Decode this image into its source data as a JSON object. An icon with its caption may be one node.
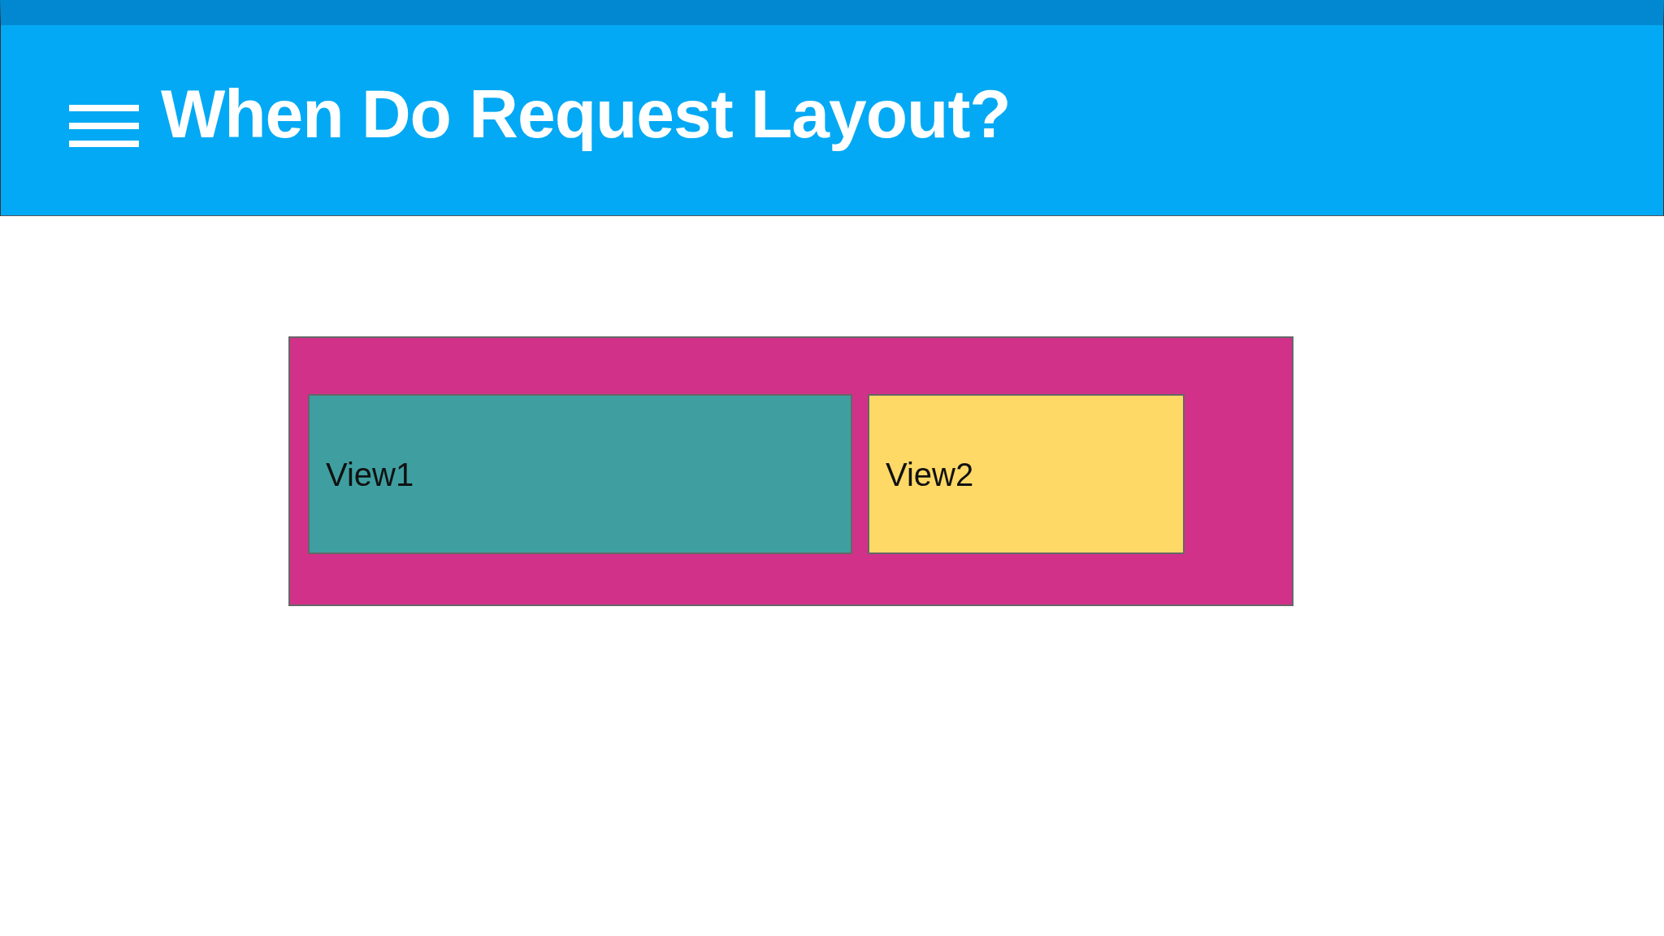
{
  "diagram": {
    "title": "When Do Request Layout?",
    "nodes": [
      {
        "text": [],
        "shape": "box"
      },
      {
        "text": [
          "View1"
        ],
        "in": 0
      },
      {
        "text": [
          "View2"
        ],
        "in": 0
      }
    ]
  }
}
